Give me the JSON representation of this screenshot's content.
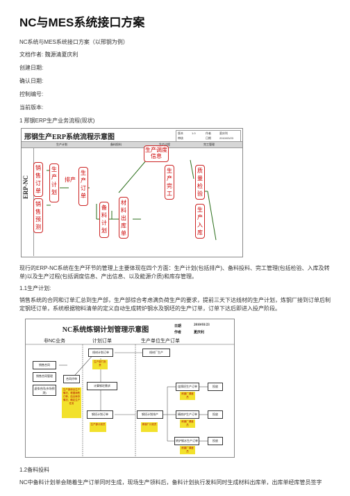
{
  "doc": {
    "title": "NC与MES系统接口方案",
    "subtitle": "NC系统与MES系统接口方案（以邢钢为例）",
    "author": "文档作者: 魏源清夏庆利",
    "created": "创建日期:",
    "confirmed": "确认日期:",
    "control_no": "控制编号:",
    "version": "当前版本:",
    "section1": "1 邢钢ERP生产业务流程(现状)",
    "para1": "现行的ERP-NC系统在生产环节的管理上主要体现在四个方面：生产计划(包括排产)、备料投料、完工管理(包括检验、入库及转单)以及生产过程(包括调度信息、产出信息、以及能源介质)和库存管理。",
    "section11": "1.1生产计划:",
    "para2": "销售系统的合同和订单汇总到生产部，生产部综合考虑满负荷生产的要求，提前三天下达线材的生产计划，炼钢厂接到订单后制定钢坯订单，系统根据物料清单的定义自动生成转炉钢水及钢坯的生产订单，订单下达后即进入投产阶段。",
    "section12": "1.2备料投料",
    "para3": "NC中备料计划单会随着生产订单同时生成，现场生产领料后，备料计划执行发料同时生成材料出库单，出库单经库管员签字"
  },
  "fig1": {
    "title": "邢钢生产ERP系统流程示意图",
    "hdr": [
      "版本",
      "1.0",
      "作者",
      "夏庆利",
      "审核",
      "日期",
      "2010/03/23"
    ],
    "lanes": [
      "生产计划",
      "备料投料",
      "生产过程",
      "完工管理"
    ],
    "side": "ERP-NC",
    "nodes": {
      "sales_order": "销售订单",
      "sales_forecast": "销售预测",
      "prod_plan": "生产计划",
      "schedule": "排产",
      "prod_order": "生产订单",
      "material_plan": "备料计划",
      "material_issue": "材料出库单",
      "dispatch": "生产调度信息",
      "complete": "生产完工",
      "qc": "质量检验",
      "stock_in": "生产入库"
    }
  },
  "fig2": {
    "title": "NC系统炼钢计划管理示意图",
    "date_label": "日期",
    "date": "2010/03/23",
    "author_label": "作者",
    "author": "夏庆利",
    "cols": [
      "非NC业务",
      "计划订单",
      "生产单位生产订单"
    ],
    "nodes": {
      "contract": "销售合同",
      "contract_mgmt": "销售合同管理",
      "unsigned": "虚拟合同(市场预测)",
      "review": "合同评审",
      "wire_plan": "线材计划订单",
      "wire_order": "线材厂生产",
      "calc": "计算钢坯需求",
      "billet_plan": "钢坯计划订单",
      "billet_prod": "钢坯计划排产",
      "cc_order": "连铸坯生产订单",
      "bof_order": "精炼炉生产订单",
      "conv_order": "转炉钢水生产订单",
      "release1": "投放",
      "release2": "投放",
      "release3": "投放"
    },
    "notes": {
      "n1": "生产部门负责",
      "n2": "生产部综合生产情况，根据销售订单，结合库存情况，确定生产任务",
      "n3": "生产部计划员",
      "n4": "炼钢厂计划员",
      "n5": "炼钢厂调度员",
      "n6": "炼钢厂调度员",
      "n7": "炼钢厂调度员"
    }
  }
}
